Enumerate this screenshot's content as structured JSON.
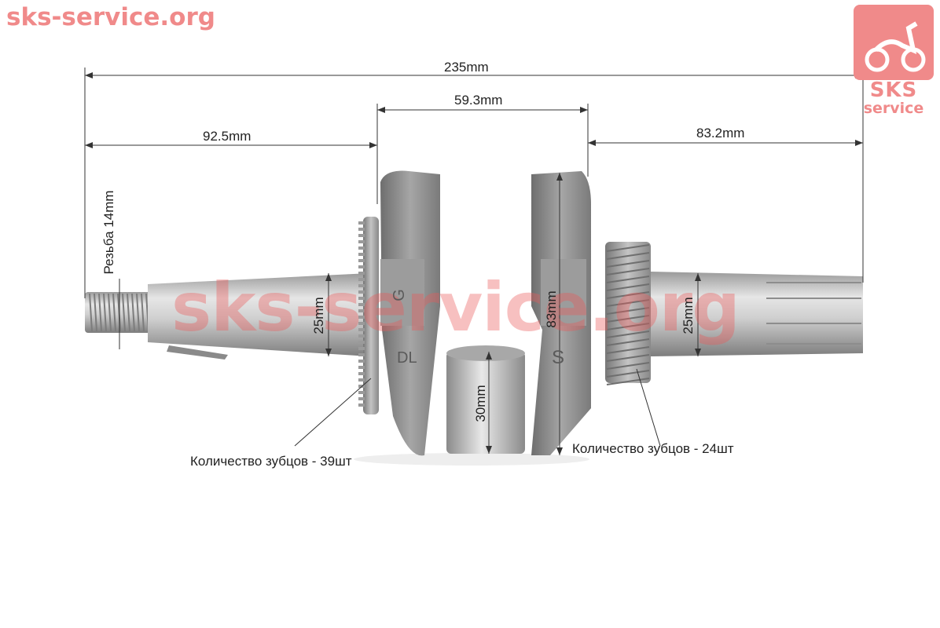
{
  "watermarks": {
    "site": "sks-service.org",
    "center": "sks-service.org",
    "logo_line1": "SKS",
    "logo_line2": "service"
  },
  "dimensions": {
    "overall_length": "235mm",
    "crank_width": "59.3mm",
    "left_shaft_length": "92.5mm",
    "right_shaft_length": "83.2mm",
    "thread": "Резьба 14mm",
    "left_shaft_diameter": "25mm",
    "right_shaft_diameter": "25mm",
    "crank_height": "83mm",
    "crankpin_diameter": "30mm"
  },
  "callouts": {
    "left_gear_teeth": "Количество зубцов - 39шт",
    "right_gear_teeth": "Количество зубцов - 24шт"
  },
  "part_markings": {
    "left_web": "DL",
    "left_web_number": "G",
    "right_web": "S"
  },
  "colors": {
    "steel": "#c8c8c8",
    "iron": "#8f8f8f",
    "watermark": "#f08a8a",
    "dimension_line": "#333333"
  }
}
